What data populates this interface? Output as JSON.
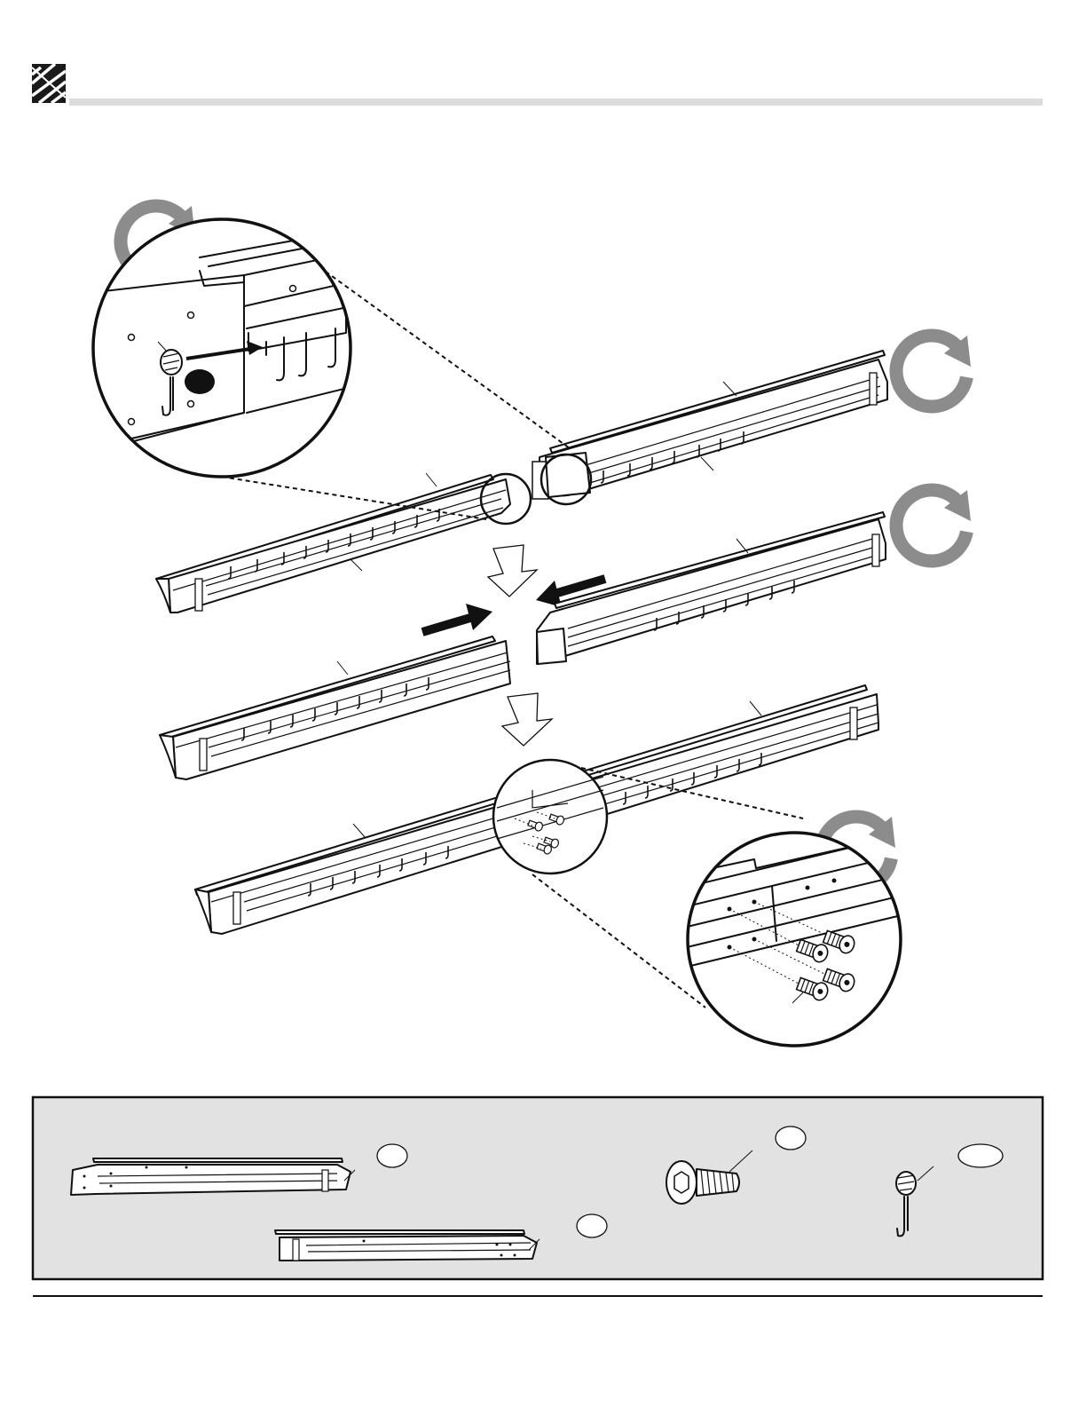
{
  "document": {
    "header_bar_color": "#dcdcdc",
    "parts_panel_color": "#e2e2e2",
    "rotation_icon_color": "#8c8c8c"
  },
  "figure": {
    "rotation_icons": 4,
    "callouts": [
      "hook-attachment-detail",
      "screw-attachment-detail"
    ]
  },
  "parts_panel": {
    "items": [
      {
        "icon": "long-rail-icon",
        "label": ""
      },
      {
        "icon": "short-rail-icon",
        "label": ""
      },
      {
        "icon": "button-screw-icon",
        "label": ""
      },
      {
        "icon": "hook-icon",
        "label": ""
      }
    ]
  }
}
